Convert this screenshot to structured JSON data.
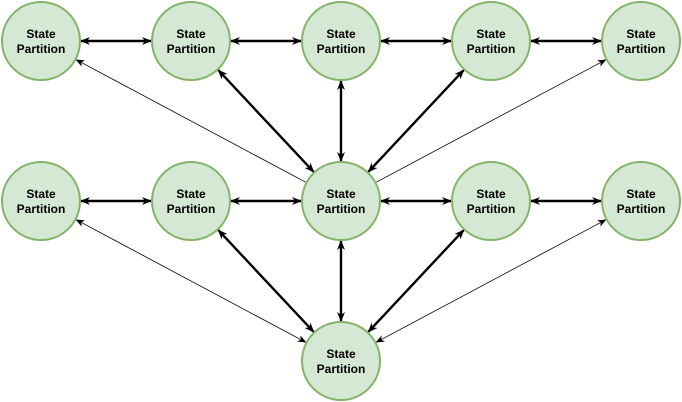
{
  "diagram": {
    "node_label_line1": "State",
    "node_label_line2": "Partition",
    "colors": {
      "node_fill": "#d5e8d4",
      "node_stroke": "#82b366",
      "edge": "#000000"
    },
    "nodes": [
      {
        "id": "top-1"
      },
      {
        "id": "top-2"
      },
      {
        "id": "top-3"
      },
      {
        "id": "top-4"
      },
      {
        "id": "top-5"
      },
      {
        "id": "mid-1"
      },
      {
        "id": "mid-2"
      },
      {
        "id": "mid-3"
      },
      {
        "id": "mid-4"
      },
      {
        "id": "mid-5"
      },
      {
        "id": "bottom"
      }
    ],
    "edges": [
      {
        "from": "top-1",
        "to": "top-2",
        "style": "thick",
        "bidirectional": true
      },
      {
        "from": "top-2",
        "to": "top-3",
        "style": "thick",
        "bidirectional": true
      },
      {
        "from": "top-3",
        "to": "top-4",
        "style": "thick",
        "bidirectional": true
      },
      {
        "from": "top-4",
        "to": "top-5",
        "style": "thick",
        "bidirectional": true
      },
      {
        "from": "mid-1",
        "to": "mid-2",
        "style": "thick",
        "bidirectional": true
      },
      {
        "from": "mid-2",
        "to": "mid-3",
        "style": "thick",
        "bidirectional": true
      },
      {
        "from": "mid-3",
        "to": "mid-4",
        "style": "thick",
        "bidirectional": true
      },
      {
        "from": "mid-4",
        "to": "mid-5",
        "style": "thick",
        "bidirectional": true
      },
      {
        "from": "top-2",
        "to": "mid-3",
        "style": "thick",
        "bidirectional": true
      },
      {
        "from": "top-3",
        "to": "mid-3",
        "style": "thick",
        "bidirectional": true
      },
      {
        "from": "top-4",
        "to": "mid-3",
        "style": "thick",
        "bidirectional": true
      },
      {
        "from": "mid-3",
        "to": "top-1",
        "style": "thin",
        "bidirectional": false
      },
      {
        "from": "mid-3",
        "to": "top-5",
        "style": "thin",
        "bidirectional": false
      },
      {
        "from": "mid-2",
        "to": "bottom",
        "style": "thick",
        "bidirectional": true
      },
      {
        "from": "mid-3",
        "to": "bottom",
        "style": "thick",
        "bidirectional": true
      },
      {
        "from": "mid-4",
        "to": "bottom",
        "style": "thick",
        "bidirectional": true
      },
      {
        "from": "mid-1",
        "to": "bottom",
        "style": "thin",
        "bidirectional": true
      },
      {
        "from": "mid-5",
        "to": "bottom",
        "style": "thin",
        "bidirectional": true
      }
    ]
  }
}
